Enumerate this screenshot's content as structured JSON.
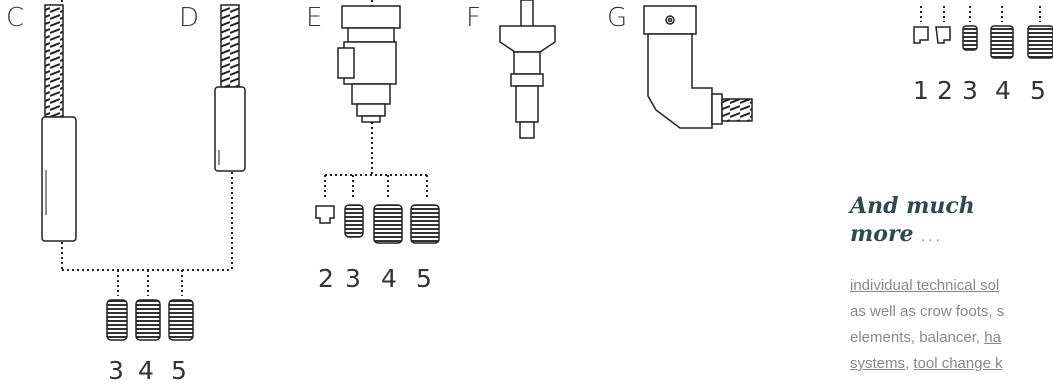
{
  "tools": [
    {
      "id": "C",
      "label": "C"
    },
    {
      "id": "D",
      "label": "D"
    },
    {
      "id": "E",
      "label": "E"
    },
    {
      "id": "F",
      "label": "F"
    },
    {
      "id": "G",
      "label": "G"
    }
  ],
  "groups": {
    "cd_numbers": [
      "3",
      "4",
      "5"
    ],
    "e_numbers": [
      "2",
      "3",
      "4",
      "5"
    ],
    "right_numbers": [
      "1",
      "2",
      "3",
      "4",
      "5"
    ]
  },
  "more": {
    "heading_line1": "And much",
    "heading_line2": "more",
    "heading_dots": "...",
    "line1_link": "individual technical sol",
    "line2": "as well as crow foots, s",
    "line3_text": "elements, balancer, ",
    "line3_link": "ha",
    "line4_link1": "systems",
    "line4_sep": ", ",
    "line4_link2": "tool change k"
  }
}
